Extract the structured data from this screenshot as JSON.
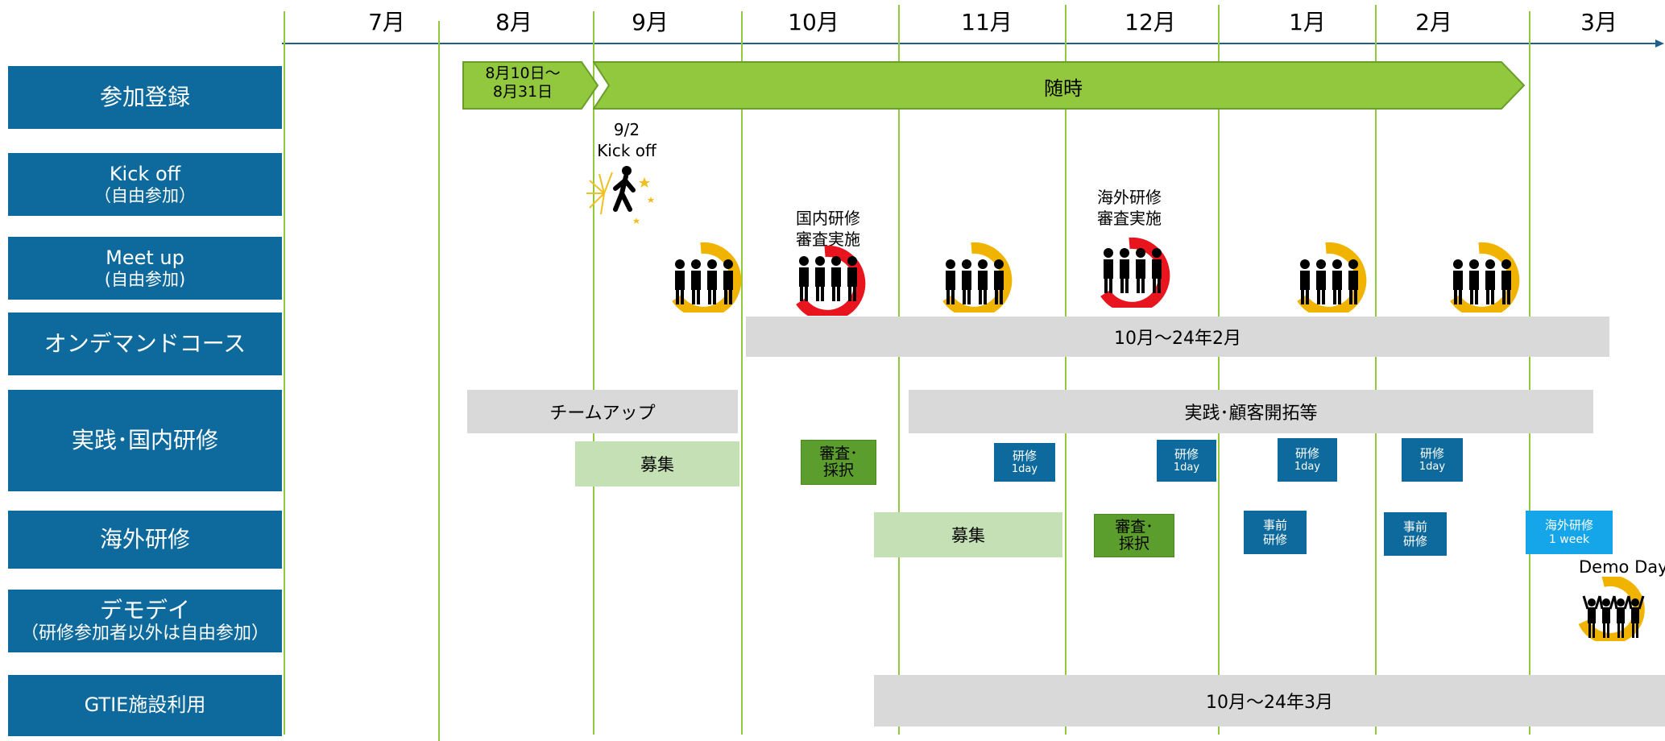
{
  "months": [
    "7月",
    "8月",
    "9月",
    "10月",
    "11月",
    "12月",
    "1月",
    "2月",
    "3月"
  ],
  "rows": [
    {
      "label": "参加登録",
      "sub": ""
    },
    {
      "label": "Kick off",
      "sub": "（自由参加）"
    },
    {
      "label": "Meet up",
      "sub": "(自由参加)"
    },
    {
      "label": "オンデマンドコース",
      "sub": ""
    },
    {
      "label": "実践･国内研修",
      "sub": ""
    },
    {
      "label": "海外研修",
      "sub": ""
    },
    {
      "label": "デモデイ",
      "sub": "（研修参加者以外は自由参加）"
    },
    {
      "label": "GTIE施設利用",
      "sub": ""
    }
  ],
  "registration": {
    "early_line1": "8月10日～",
    "early_line2": "8月31日",
    "anytime": "随時",
    "colors": {
      "arrow": "#92c83e",
      "arrow_border": "#6a9e2a"
    }
  },
  "kickoff": {
    "date": "9/2",
    "label": "Kick off"
  },
  "meetup": {
    "domestic_review_line1": "国内研修",
    "domestic_review_line2": "審査実施",
    "overseas_review_line1": "海外研修",
    "overseas_review_line2": "審査実施"
  },
  "ondemand": {
    "period": "10月～24年2月"
  },
  "practice": {
    "teamup": "チームアップ",
    "practice_label": "実践･顧客開拓等",
    "recruit": "募集",
    "review_line1": "審査･",
    "review_line2": "採択",
    "training_line1": "研修",
    "training_line2": "1day"
  },
  "overseas": {
    "recruit": "募集",
    "review_line1": "審査･",
    "review_line2": "採択",
    "pre_line1": "事前",
    "pre_line2": "研修",
    "trip_line1": "海外研修",
    "trip_line2": "1 week"
  },
  "demoday": {
    "label": "Demo Day"
  },
  "facility": {
    "period": "10月～24年3月"
  },
  "colors": {
    "label_bg": "#0e6a9c",
    "gridline": "#92c83e",
    "axis": "#1f5f8b",
    "gray_bar": "#d9d9d9",
    "light_green": "#c5e0b4",
    "dark_green": "#5b9e2d",
    "light_blue": "#14a6e8"
  }
}
